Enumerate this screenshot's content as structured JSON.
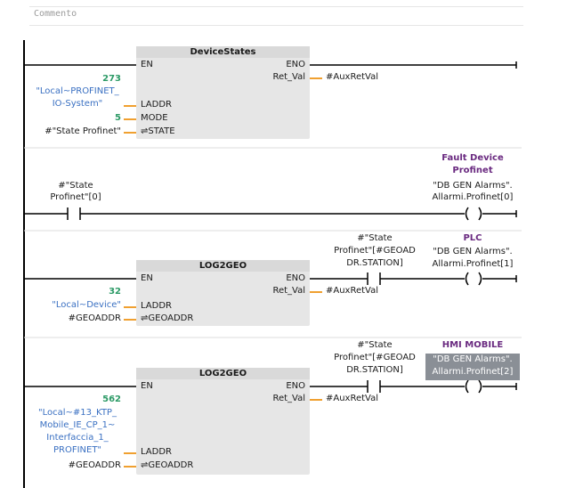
{
  "comment": {
    "label": "Commento"
  },
  "networks": [
    {
      "block": {
        "title": "DeviceStates",
        "en": "EN",
        "eno": "ENO",
        "ret_val": "Ret_Val",
        "in_pins": [
          "LADDR",
          "MODE",
          "⇌STATE"
        ],
        "ret_val_param": "#AuxRetVal",
        "laddr_value": "273",
        "laddr_tag": [
          "\"Local~PROFINET_",
          "IO-System\""
        ],
        "mode_value": "5",
        "state_param": "#\"State Profinet\""
      }
    },
    {
      "contact": {
        "label": [
          "#\"State",
          "Profinet\"[0]"
        ]
      },
      "coil": {
        "title": [
          "Fault Device",
          "Profinet"
        ],
        "label": [
          "\"DB GEN Alarms\".",
          "Allarmi.Profinet[0]"
        ]
      }
    },
    {
      "block": {
        "title": "LOG2GEO",
        "en": "EN",
        "eno": "ENO",
        "ret_val": "Ret_Val",
        "in_pins": [
          "LADDR",
          "⇌GEOADDR"
        ],
        "ret_val_param": "#AuxRetVal",
        "laddr_value": "32",
        "laddr_tag": [
          "\"Local~Device\""
        ],
        "geoaddr_param": "#GEOADDR"
      },
      "contact": {
        "label": [
          "#\"State",
          "Profinet\"[#GEOAD",
          "DR.STATION]"
        ]
      },
      "coil": {
        "title": [
          "PLC"
        ],
        "label": [
          "\"DB GEN Alarms\".",
          "Allarmi.Profinet[1]"
        ]
      }
    },
    {
      "block": {
        "title": "LOG2GEO",
        "en": "EN",
        "eno": "ENO",
        "ret_val": "Ret_Val",
        "in_pins": [
          "LADDR",
          "⇌GEOADDR"
        ],
        "ret_val_param": "#AuxRetVal",
        "laddr_value": "562",
        "laddr_tag": [
          "\"Local~#13_KTP_",
          "Mobile_IE_CP_1~",
          "Interfaccia_1_",
          "PROFINET\""
        ],
        "geoaddr_param": "#GEOADDR"
      },
      "contact": {
        "label": [
          "#\"State",
          "Profinet\"[#GEOAD",
          "DR.STATION]"
        ]
      },
      "coil": {
        "title": [
          "HMI MOBILE"
        ],
        "label": [
          "\"DB GEN Alarms\".",
          "Allarmi.Profinet[2]"
        ],
        "highlight": "#8a8f96"
      }
    }
  ],
  "colors": {
    "wire": "#000000",
    "connector": "#f0a030",
    "tag_blue": "#3a70c2",
    "value_green": "#2c9a66",
    "title_purple": "#6a2a80"
  }
}
